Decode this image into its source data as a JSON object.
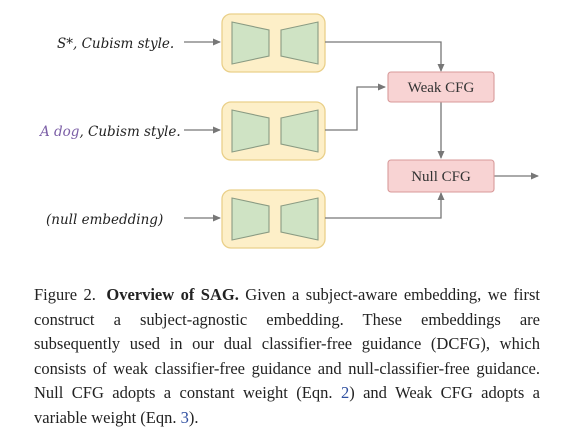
{
  "inputs": [
    {
      "prefix": "S*",
      "text": ", Cubism style."
    },
    {
      "prefix": "A dog",
      "text": ", Cubism style."
    },
    {
      "prefix": "",
      "text": "(null embedding)"
    }
  ],
  "boxes": {
    "weak_cfg": "Weak CFG",
    "null_cfg": "Null CFG"
  },
  "colors": {
    "unet_fill": "#cfe3c4",
    "unet_stroke": "#8a9b83",
    "panel_fill": "#fdefc8",
    "panel_stroke": "#ead08a",
    "cfg_fill": "#f8d3d3",
    "cfg_stroke": "#d89a9a",
    "dog_text": "#7b5ea6",
    "arrow": "#777777"
  },
  "caption": {
    "figure": "Figure 2.",
    "title": "Overview of SAG.",
    "body_1": " Given a subject-aware embedding, we first construct a subject-agnostic embedding. These embeddings are subsequently used in our dual classifier-free guidance (DCFG), which consists of weak classifier-free guidance and null-classifier-free guidance. Null CFG adopts a constant weight (Eqn. ",
    "ref_1": "2",
    "body_2": ") and Weak CFG adopts a variable weight (Eqn. ",
    "ref_2": "3",
    "body_3": ")."
  }
}
